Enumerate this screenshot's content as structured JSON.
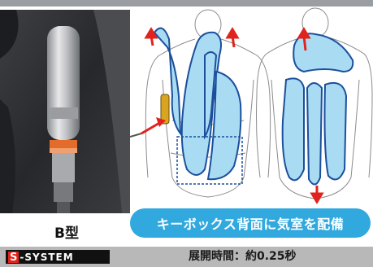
{
  "model_label": "B型",
  "banner": {
    "text": "キーボックス背面に気室を配備"
  },
  "footer": {
    "logo_s": "S",
    "logo_text": "-SYSTEM",
    "deploy_time": "展開時間：約0.25秒"
  },
  "colors": {
    "accent_blue": "#31a8de",
    "airbag_fill": "#a9dcf3",
    "airbag_stroke": "#1b4f9c",
    "arrow_red": "#e0231c",
    "key_box": "#d9a520"
  }
}
